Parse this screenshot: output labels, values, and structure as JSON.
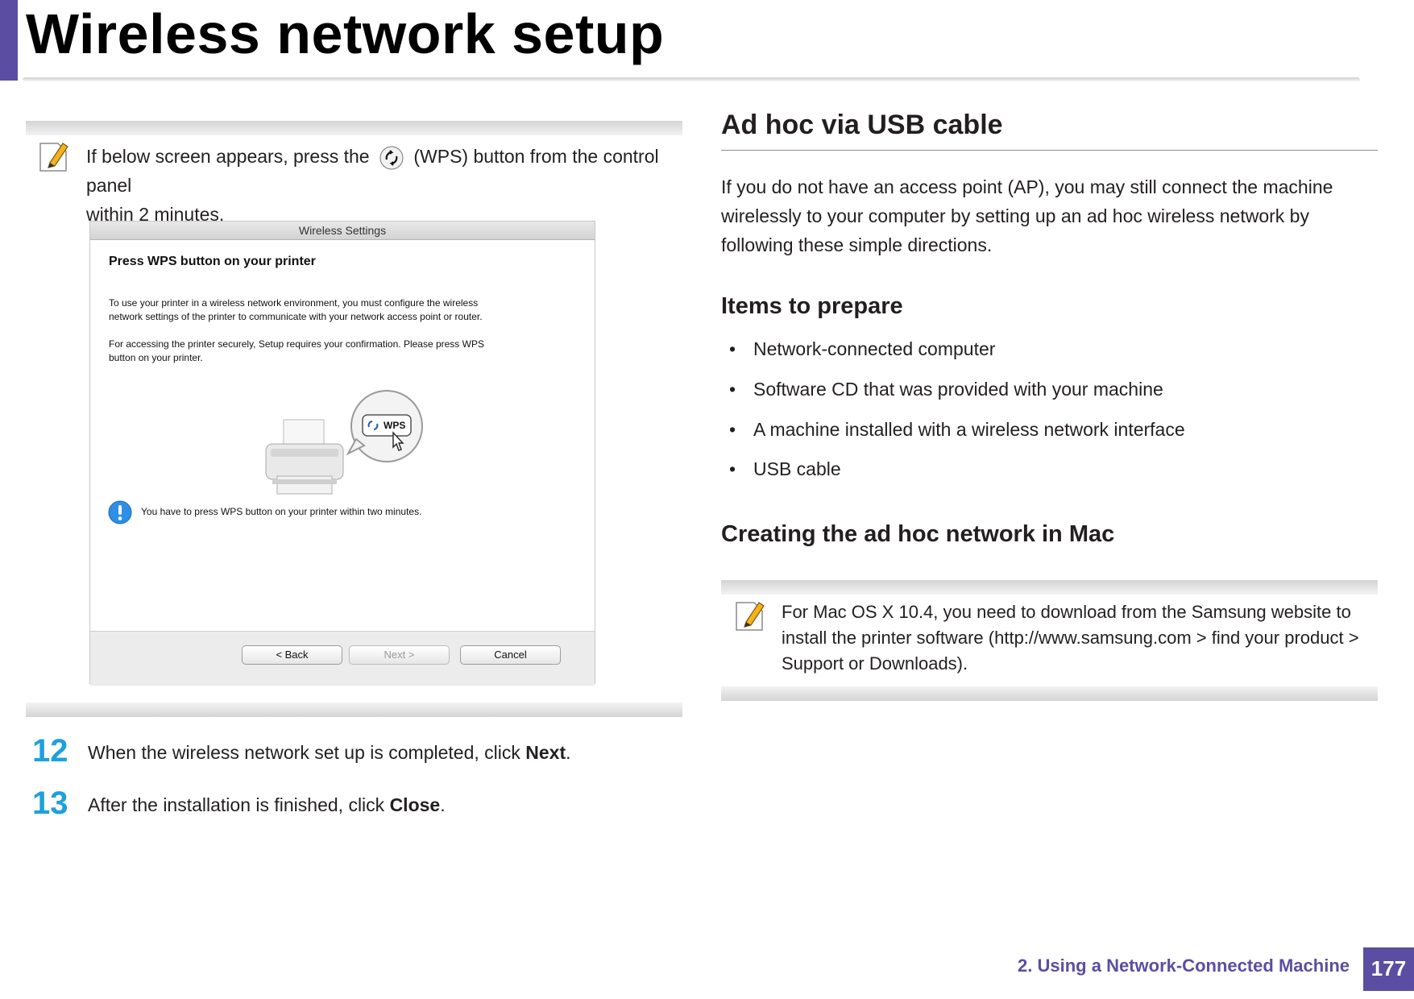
{
  "header": {
    "title": "Wireless network setup"
  },
  "left": {
    "note": {
      "text_before": "If below screen appears, press the",
      "text_after": "(WPS) button from the control panel",
      "text_line2": "within 2 minutes."
    },
    "dialog": {
      "window_title": "Wireless Settings",
      "heading": "Press WPS button on your printer",
      "para1_line1": "To use your printer in a wireless network environment, you must configure the wireless",
      "para1_line2": "network settings of the printer to communicate with your network access point or router.",
      "para2_line1": "For accessing the printer securely, Setup requires your confirmation. Please press WPS",
      "para2_line2": "button on your printer.",
      "wps_label": "WPS",
      "alert_text": "You have to press WPS button on your printer within two minutes.",
      "buttons": {
        "back": "< Back",
        "next": "Next >",
        "cancel": "Cancel"
      }
    },
    "steps": [
      {
        "num": "12",
        "text": "When the wireless network set up is completed, click ",
        "bold": "Next",
        "end": "."
      },
      {
        "num": "13",
        "text": "After the installation is finished, click ",
        "bold": "Close",
        "end": "."
      }
    ]
  },
  "right": {
    "section_title": "Ad hoc via USB cable",
    "intro_lines": [
      "If you do not have an access point (AP), you may still connect the machine",
      "wirelessly to your computer by setting up an ad hoc wireless network by",
      "following these simple directions."
    ],
    "items_title": "Items to prepare",
    "items": [
      "Network-connected computer",
      "Software CD that was provided with your machine",
      "A machine installed with a wireless network interface",
      "USB cable"
    ],
    "mac_title": "Creating the ad hoc network in Mac",
    "mac_note_lines": [
      "For Mac OS X 10.4, you need to download from the Samsung website to",
      "install the printer software (http://www.samsung.com > find your product >",
      "Support or Downloads)."
    ]
  },
  "footer": {
    "chapter": "2.  Using a Network-Connected Machine",
    "page": "177"
  },
  "colors": {
    "accent": "#5b4ea2",
    "step_number": "#1da1dc"
  },
  "icons": {
    "note": "pencil-note-icon",
    "wps": "wps-icon",
    "alert": "info-icon"
  }
}
